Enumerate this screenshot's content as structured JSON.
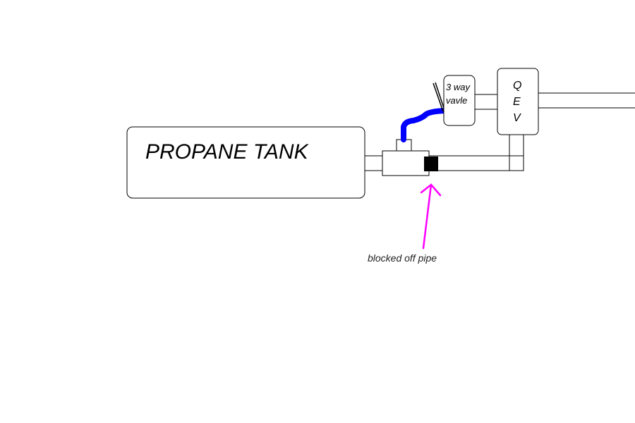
{
  "diagram": {
    "tank_label": "PROPANE TANK",
    "valve_label_line1": "3 way",
    "valve_label_line2": "vavle",
    "qev_letters": [
      "Q",
      "E",
      "V"
    ],
    "annotation": "blocked off pipe",
    "colors": {
      "line": "#000000",
      "hose": "#0000ff",
      "arrow": "#ff00ff",
      "plug": "#000000",
      "background": "#ffffff"
    }
  }
}
